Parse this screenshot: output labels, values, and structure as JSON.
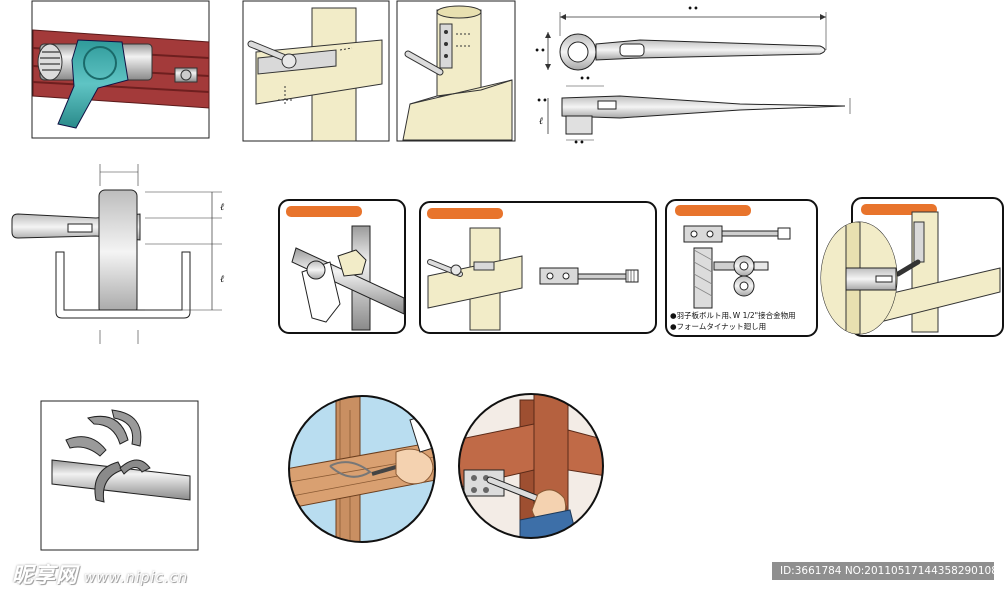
{
  "diagram": {
    "dimension_labels": {
      "top_length": "••",
      "head_height": "••",
      "head_offset": "••",
      "head_depth_l": "ℓ",
      "head_small": "••",
      "head_bottom": "••",
      "clamp_l_upper": "ℓ",
      "clamp_l_lower": "ℓ"
    },
    "panel_notes": {
      "line1": "●羽子板ボルト用､W 1/2\"接合金物用",
      "line2": "●フォームタイナット廻し用"
    }
  },
  "watermark": {
    "logo": "昵享网",
    "url": "www.nipic.cn",
    "id_line": "ID:3661784 NO:20110517144358290108"
  },
  "colors": {
    "teal": "#3aa8a8",
    "maroon": "#a83a3a",
    "wood": "#f2ecc8",
    "orange": "#e8742c",
    "sky": "#b9ddf0",
    "brick": "#b5613f"
  }
}
